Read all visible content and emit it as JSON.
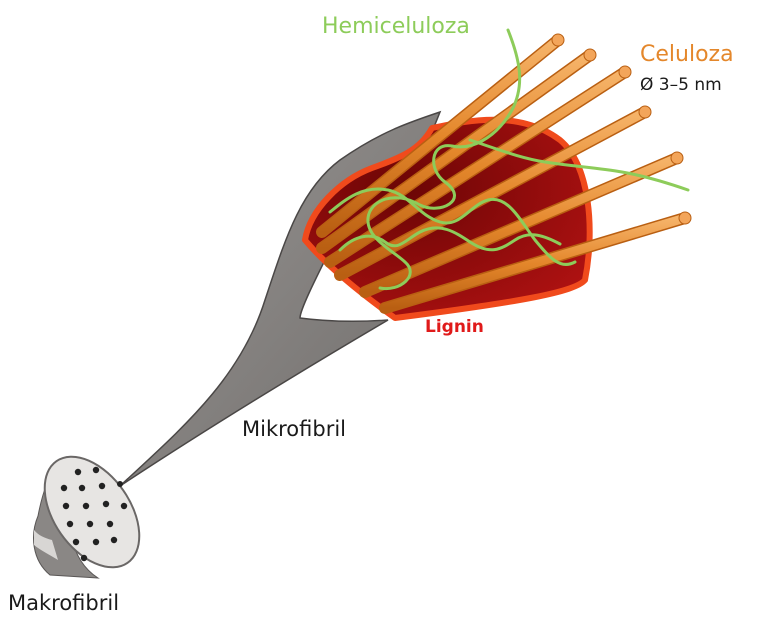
{
  "labels": {
    "hemicellulose": "Hemiceluloza",
    "cellulose": "Celuloza",
    "diameter": "Ø 3–5 nm",
    "lignin": "Lignin",
    "microfibril": "Mikrofibril",
    "macrofibril": "Makrofibril"
  },
  "colors": {
    "hemicellulose": "#8dcc5a",
    "cellulose": "#e4872b",
    "lignin_text": "#e01a1a",
    "lignin_fill": "#9c0b0b",
    "lignin_edge": "#f04a1c",
    "fibril_gray": "#8a8785",
    "text_dark": "#1a1a1a"
  },
  "icons": [
    "macrofibril-cross-section-icon"
  ]
}
